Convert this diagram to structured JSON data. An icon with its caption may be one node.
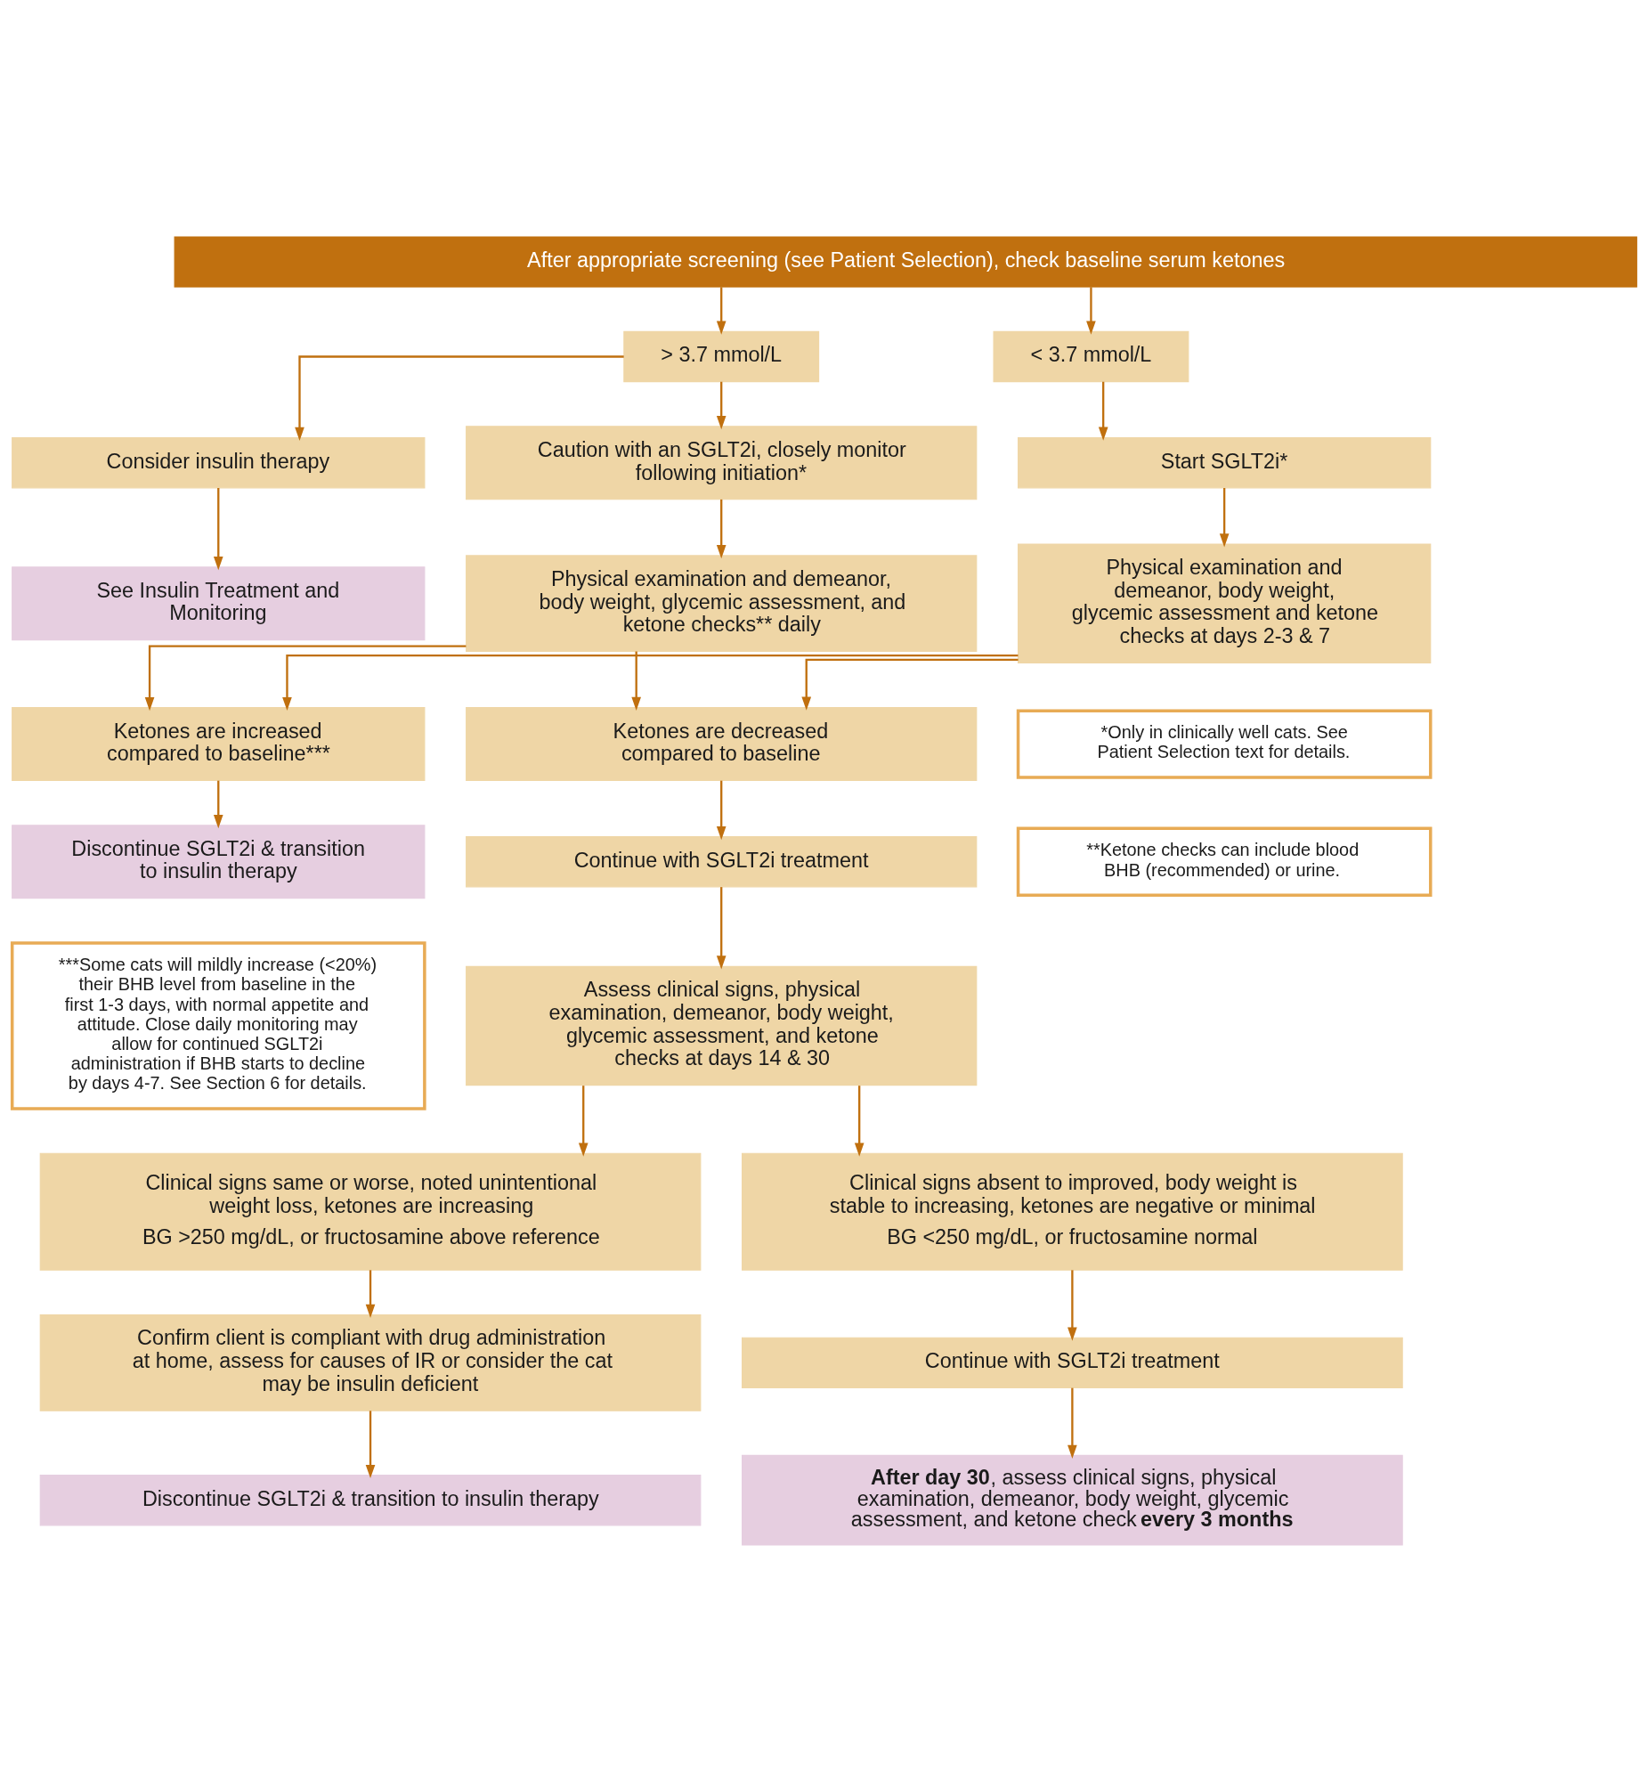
{
  "diagram": {
    "nodes": [
      {
        "text": [
          "After appropriate screening (see Patient Selection), check baseline serum ketones"
        ]
      },
      {
        "text": [
          "> 3.7 mmol/L"
        ]
      },
      {
        "text": [
          "< 3.7 mmol/L"
        ]
      },
      {
        "text": [
          "Consider insulin therapy"
        ]
      },
      {
        "text": [
          "Caution with an SGLT2i, closely monitor following initiation*"
        ]
      },
      {
        "text": [
          "Start SGLT2i*"
        ]
      },
      {
        "text": [
          "See Insulin Treatment and Monitoring"
        ]
      },
      {
        "text": [
          "Physical examination and demeanor, body weight, glycemic assessment, and ketone checks** daily"
        ]
      },
      {
        "text": [
          "Physical examination and demeanor, body weight, glycemic assessment and ketone checks at days 2-3 & 7"
        ]
      },
      {
        "text": [
          "Ketones are increased compared to baseline***"
        ]
      },
      {
        "text": [
          "Ketones are decreased compared to baseline"
        ]
      },
      {
        "text": [
          "*Only in clinically well cats. See Patient Selection text for details."
        ]
      },
      {
        "text": [
          "Discontinue SGLT2i & transition to insulin therapy"
        ]
      },
      {
        "text": [
          "Continue with SGLT2i treatment"
        ]
      },
      {
        "text": [
          "**Ketone checks can include blood BHB (recommended) or urine."
        ]
      },
      {
        "text": [
          "***Some cats will mildly increase (<20%) their BHB level from baseline in the first 1-3 days, with normal appetite and attitude. Close daily monitoring may allow for continued SGLT2i administration if BHB starts to decline by days 4-7. See Section 6 for details."
        ]
      },
      {
        "text": [
          "Assess clinical signs, physical examination, demeanor, body weight, glycemic assessment, and ketone checks at days 14 & 30"
        ]
      },
      {
        "text": [
          "Clinical signs same or worse, noted unintentional weight loss, ketones are increasing",
          "BG >250 mg/dL, or fructosamine above reference"
        ]
      },
      {
        "text": [
          "Clinical signs absent to improved, body weight is stable to increasing, ketones are negative or minimal",
          "BG <250 mg/dL, or fructosamine normal"
        ]
      },
      {
        "text": [
          "Confirm client is compliant with drug administration at home, assess for causes of IR or consider the cat may be insulin deficient"
        ]
      },
      {
        "text": [
          "Continue with SGLT2i treatment"
        ]
      },
      {
        "text": [
          "Discontinue SGLT2i & transition to insulin therapy"
        ]
      },
      {
        "text": [
          "**After day 30**, assess clinical signs, physical examination, demeanor, body weight, glycemic assessment, and ketone check **every 3 months**"
        ]
      }
    ],
    "edges": [
      {
        "from": 0,
        "to": 1,
        "arrow": "to"
      },
      {
        "from": 0,
        "to": 2,
        "arrow": "to"
      },
      {
        "from": 1,
        "to": 3,
        "arrow": "to"
      },
      {
        "from": 1,
        "to": 4,
        "arrow": "to"
      },
      {
        "from": 2,
        "to": 5,
        "arrow": "to"
      },
      {
        "from": 3,
        "to": 6,
        "arrow": "to"
      },
      {
        "from": 4,
        "to": 7,
        "arrow": "to"
      },
      {
        "from": 5,
        "to": 8,
        "arrow": "to"
      },
      {
        "from": 7,
        "to": 9,
        "arrow": "to"
      },
      {
        "from": 7,
        "to": 10,
        "arrow": "to"
      },
      {
        "from": 8,
        "to": 9,
        "arrow": "to"
      },
      {
        "from": 8,
        "to": 10,
        "arrow": "to"
      },
      {
        "from": 9,
        "to": 12,
        "arrow": "to"
      },
      {
        "from": 10,
        "to": 13,
        "arrow": "to"
      },
      {
        "from": 13,
        "to": 16,
        "arrow": "to"
      },
      {
        "from": 16,
        "to": 17,
        "arrow": "to"
      },
      {
        "from": 16,
        "to": 18,
        "arrow": "to"
      },
      {
        "from": 17,
        "to": 19,
        "arrow": "to"
      },
      {
        "from": 18,
        "to": 20,
        "arrow": "to"
      },
      {
        "from": 19,
        "to": 21,
        "arrow": "to"
      },
      {
        "from": 20,
        "to": 22,
        "arrow": "to"
      }
    ]
  }
}
